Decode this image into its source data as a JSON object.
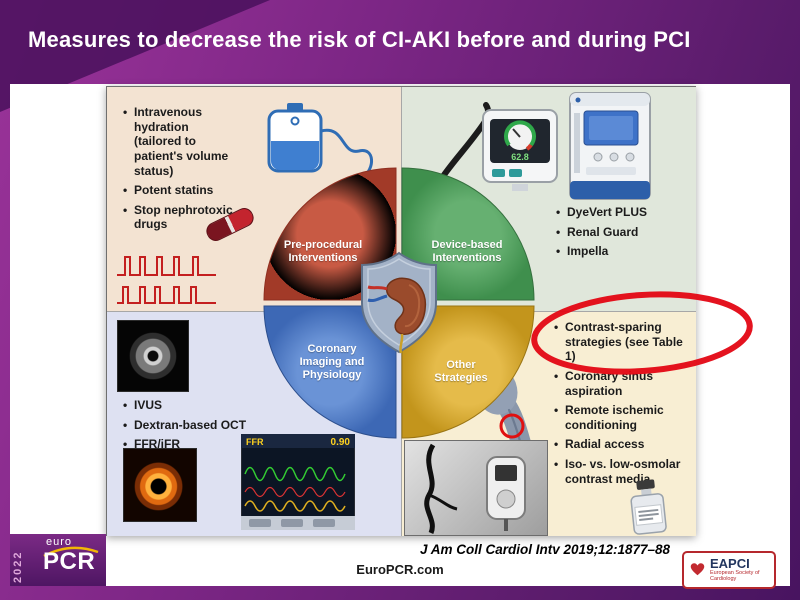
{
  "slide": {
    "title": "Measures to decrease the risk of CI-AKI before and during PCI",
    "citation": "J Am Coll Cardiol Intv 2019;12:1877–88",
    "website": "EuroPCR.com"
  },
  "diagram": {
    "quadrant_labels": {
      "pre_procedural": "Pre-procedural Interventions",
      "device_based": "Device-based Interventions",
      "imaging": "Coronary Imaging and Physiology",
      "other": "Other Strategies"
    }
  },
  "panels": {
    "pre_procedural": {
      "items": [
        "Intravenous hydration (tailored to patient's volume status)",
        "Potent statins",
        "Stop nephrotoxic drugs"
      ]
    },
    "device_based": {
      "items": [
        "DyeVert PLUS",
        "Renal Guard",
        "Impella"
      ],
      "gauge_value": "62.8"
    },
    "imaging": {
      "items": [
        "IVUS",
        "Dextran-based OCT",
        "FFR/iFR"
      ],
      "ffr_label": "FFR",
      "ffr_value": "0.90"
    },
    "other": {
      "items": [
        "Contrast-sparing strategies (see Table 1)",
        "Coronary sinus aspiration",
        "Remote ischemic conditioning",
        "Radial access",
        "Iso- vs. low-osmolar contrast media"
      ]
    }
  },
  "logos": {
    "pcr_year": "2022",
    "pcr_euro": "euro",
    "pcr_name": "PCR",
    "eapci_name": "EAPCI",
    "eapci_subtitle": "European Society of Cardiology"
  },
  "colors": {
    "frame_purple": "#6a2178",
    "wedge_red": "#b5432f",
    "wedge_green": "#4f9d5b",
    "wedge_blue": "#4b78c4",
    "wedge_yellow": "#d9a72e",
    "panel_tan": "#f3e3d2",
    "panel_green": "#e0e7db",
    "panel_blue": "#dee1f2",
    "panel_cream": "#f8eed3",
    "annotation_red": "#e30613"
  }
}
